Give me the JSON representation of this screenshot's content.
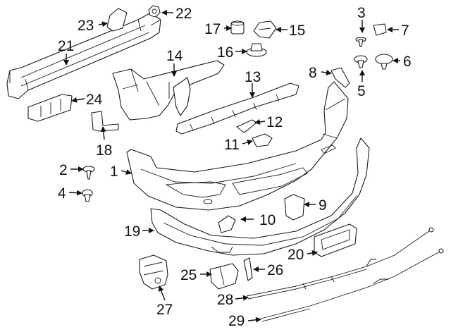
{
  "diagram": {
    "callouts": {
      "c1": "1",
      "c2": "2",
      "c3": "3",
      "c4": "4",
      "c5": "5",
      "c6": "6",
      "c7": "7",
      "c8": "8",
      "c9": "9",
      "c10": "10",
      "c11": "11",
      "c12": "12",
      "c13": "13",
      "c14": "14",
      "c15": "15",
      "c16": "16",
      "c17": "17",
      "c18": "18",
      "c19": "19",
      "c20": "20",
      "c21": "21",
      "c22": "22",
      "c23": "23",
      "c24": "24",
      "c25": "25",
      "c26": "26",
      "c27": "27",
      "c28": "28",
      "c29": "29"
    },
    "colors": {
      "line": "#1a1a1a",
      "part_fill": "#ffffff",
      "background": "#ffffff"
    }
  }
}
